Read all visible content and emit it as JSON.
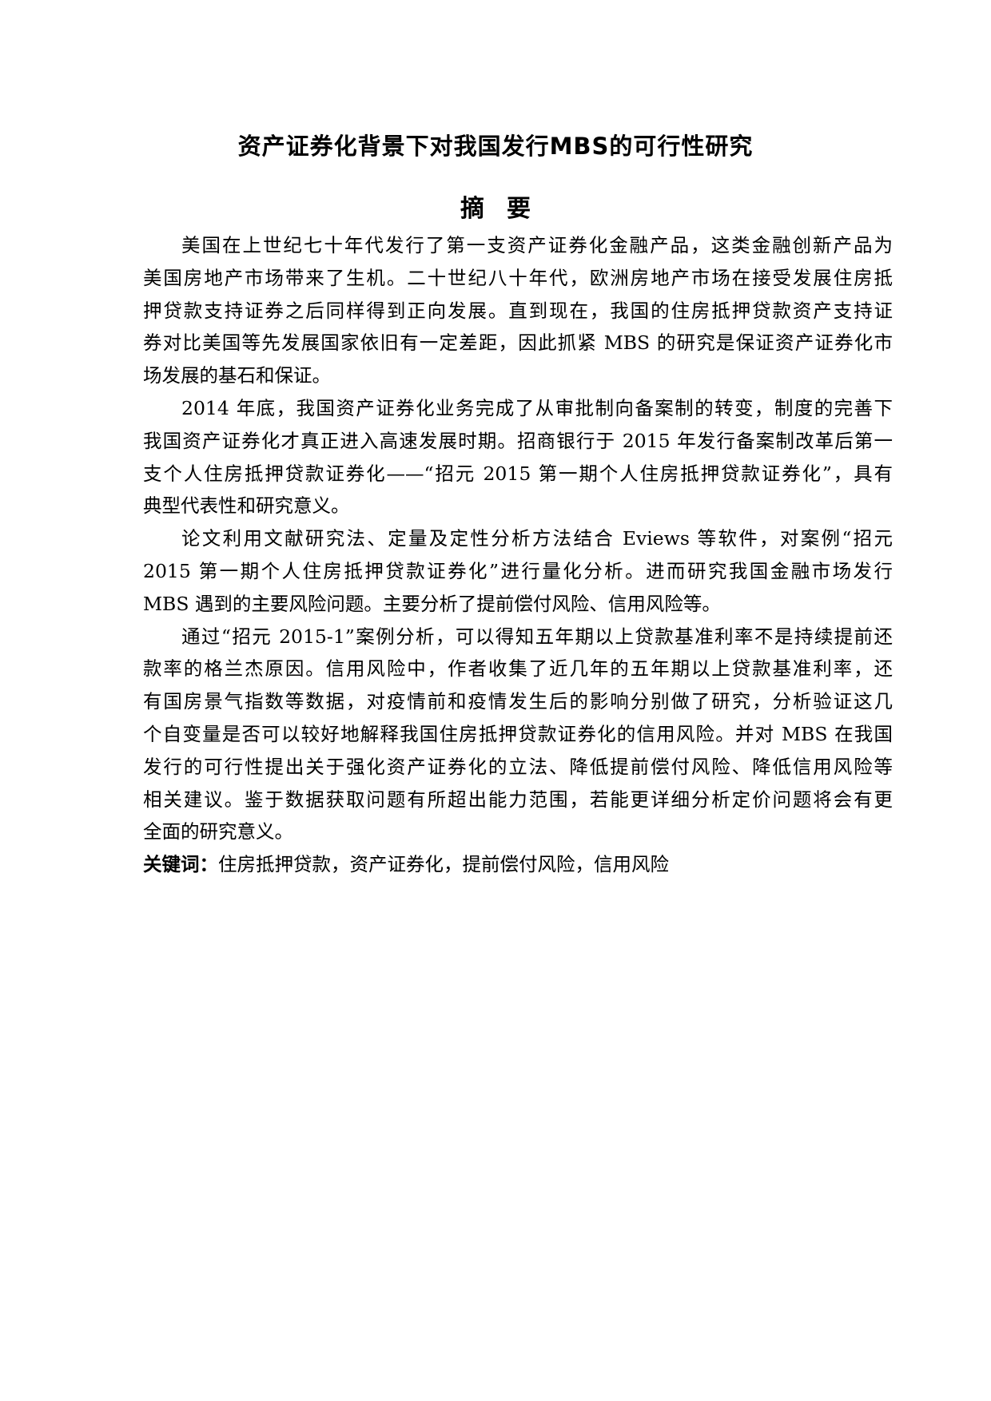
{
  "title": "资产证券化背景下对我国发行MBS的可行性研究",
  "abstract_heading": "摘要",
  "paragraphs": [
    [
      "美国在上世纪七十年代发行了第一支资产证券化金融产品，这类金融创新产品为",
      "美国房地产市场带来了生机。二十世纪八十年代，欧洲房地产市场在接受发展住房抵",
      "押贷款支持证券之后同样得到正向发展。直到现在，我国的住房抵押贷款资产支持证",
      "券对比美国等先发展国家依旧有一定差距，因此抓紧 MBS 的研究是保证资产证券化市",
      "场发展的基石和保证。"
    ],
    [
      "2014 年底，我国资产证券化业务完成了从审批制向备案制的转变，制度的完善下",
      "我国资产证券化才真正进入高速发展时期。招商银行于 2015 年发行备案制改革后第一",
      "支个人住房抵押贷款证券化——“招元 2015 第一期个人住房抵押贷款证券化”，具有",
      "典型代表性和研究意义。"
    ],
    [
      "论文利用文献研究法、定量及定性分析方法结合 Eviews 等软件，对案例“招元",
      "2015 第一期个人住房抵押贷款证券化”进行量化分析。进而研究我国金融市场发行",
      "MBS 遇到的主要风险问题。主要分析了提前偿付风险、信用风险等。"
    ],
    [
      "通过“招元 2015-1”案例分析，可以得知五年期以上贷款基准利率不是持续提前还",
      "款率的格兰杰原因。信用风险中，作者收集了近几年的五年期以上贷款基准利率，还",
      "有国房景气指数等数据，对疫情前和疫情发生后的影响分别做了研究，分析验证这几",
      "个自变量是否可以较好地解释我国住房抵押贷款证券化的信用风险。并对 MBS 在我国",
      "发行的可行性提出关于强化资产证券化的立法、降低提前偿付风险、降低信用风险等",
      "相关建议。鉴于数据获取问题有所超出能力范围，若能更详细分析定价问题将会有更",
      "全面的研究意义。"
    ]
  ],
  "keywords": {
    "label": "关键词：",
    "value": "住房抵押贷款，资产证券化，提前偿付风险，信用风险"
  }
}
